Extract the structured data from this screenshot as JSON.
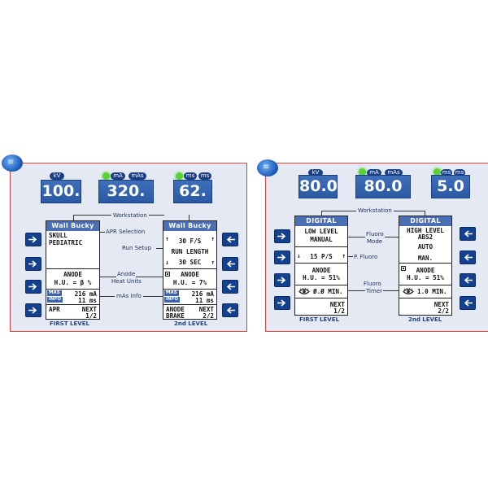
{
  "panels": [
    {
      "params": [
        {
          "label": "kV",
          "value": "100.",
          "indicator": false
        },
        {
          "label": "mA",
          "label2": "mAs",
          "value": "320.",
          "indicator": true
        },
        {
          "label": "ms",
          "label2": "ms",
          "value": "62.",
          "indicator": true
        }
      ],
      "workstation_label": "Workstation",
      "left_screen": {
        "title": "Wall Bucky",
        "line1": "SKULL",
        "line2": "PEDIATRIC",
        "anode_title": "ANODE",
        "anode_hu": "H.U. = β %",
        "mas_tag": "MAS",
        "info_tag": "INFO",
        "ma_value": "216 mA",
        "ms_value": "11 ms",
        "left_key": "APR",
        "right_key": "NEXT",
        "page": "1/2"
      },
      "right_screen": {
        "title": "Wall Bucky",
        "rate": "30 F/S",
        "run_length": "RUN LENGTH",
        "seconds": "30 SEC",
        "anode_title": "ANODE",
        "anode_hu": "H.U. = 7%",
        "mas_tag": "MAS",
        "info_tag": "INFO",
        "ma_value": "216 mA",
        "ms_value": "11 ms",
        "left_key_top": "ANODE",
        "left_key_bottom": "BRAKE",
        "right_key": "NEXT",
        "page": "2/2"
      },
      "annotations": {
        "apr": "APR Selection",
        "run_setup": "Run Setup",
        "anode_1": "Anode",
        "anode_2": "Heat Units",
        "mas_info": "mAs Info"
      },
      "captions": {
        "left": "FIRST LEVEL",
        "right": "2nd LEVEL"
      }
    },
    {
      "params": [
        {
          "label": "kV",
          "value": "80.0",
          "indicator": false
        },
        {
          "label": "mA",
          "label2": "mAs",
          "value": "80.0",
          "indicator": true
        },
        {
          "label": "ms",
          "label2": "ms",
          "value": "5.0",
          "indicator": true
        }
      ],
      "workstation_label": "Workstation",
      "left_screen": {
        "title": "DIGITAL",
        "line1": "LOW LEVEL",
        "line2": "MANUAL",
        "rate": "15 P/S",
        "anode_title": "ANODE",
        "anode_hu": "H.U. = 51%",
        "timer": "Ø.Ø MIN.",
        "right_key": "NEXT",
        "page": "1/2"
      },
      "right_screen": {
        "title": "DIGITAL",
        "line1": "HIGH LEVEL",
        "line2": "ABS2",
        "line3": "AUTO",
        "line4": "MAN.",
        "anode_title": "ANODE",
        "anode_hu": "H.U. = 51%",
        "timer": "1.0 MIN.",
        "right_key": "NEXT",
        "page": "2/2"
      },
      "annotations": {
        "fluoro_mode_1": "Fluoro",
        "fluoro_mode_2": "Mode",
        "p_fluoro": "P. Fluoro",
        "fluoro_timer_1": "Fluoro",
        "fluoro_timer_2": "Timer"
      },
      "captions": {
        "left": "FIRST LEVEL",
        "right": "2nd LEVEL"
      }
    }
  ],
  "colors": {
    "frame_border": "#d64040",
    "panel_bg": "#e4e9f4",
    "value_bg": "#2a5aa3",
    "label_bg": "#1a3e86",
    "indicator": "#55cc33",
    "title_bar": "#4a6fb5",
    "arrow_button": "#13418f"
  },
  "icons": [
    "logo-icon",
    "right-arrow-icon",
    "left-arrow-icon",
    "eye-icon",
    "indicator-light-icon"
  ]
}
